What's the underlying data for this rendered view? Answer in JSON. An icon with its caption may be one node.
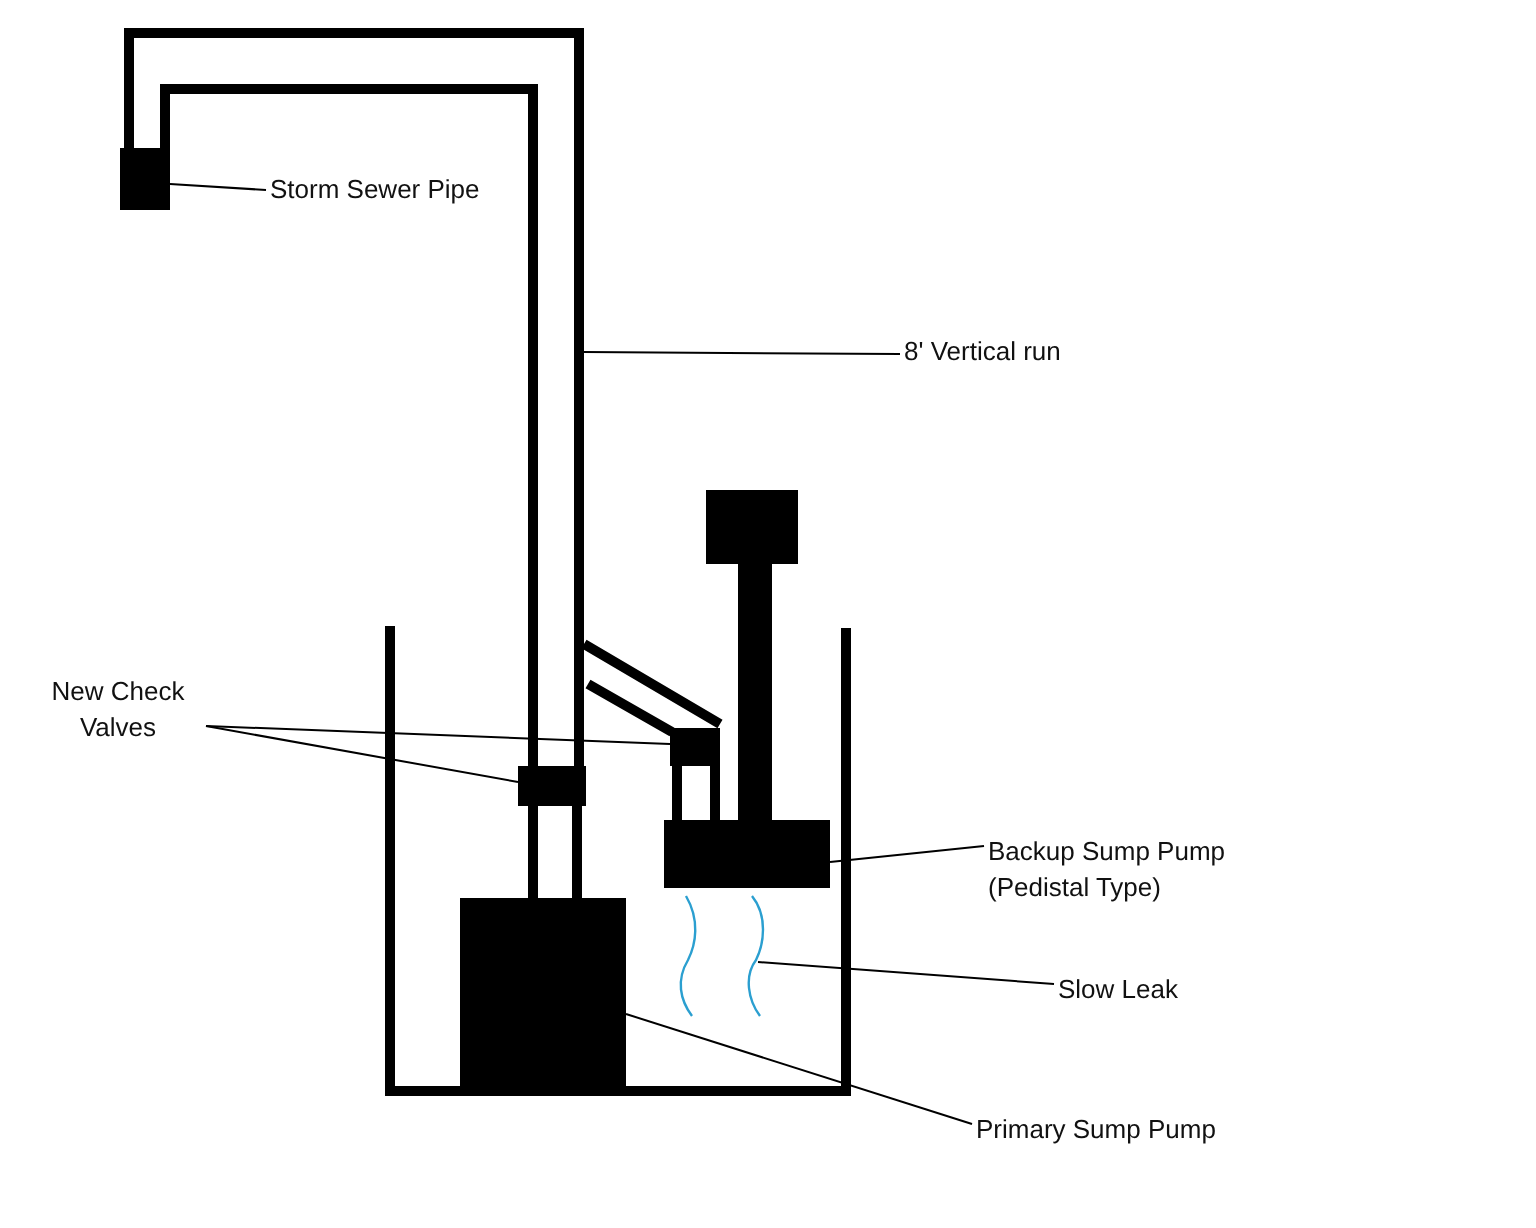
{
  "diagram": {
    "nodes": [
      {
        "text": [
          "Storm Sewer Pipe"
        ]
      },
      {
        "text": [],
        "shape": "box"
      },
      {
        "text": [
          "8' Vertical run"
        ]
      },
      {
        "text": [],
        "shape": "pipe"
      },
      {
        "text": [
          "New Check Valves"
        ]
      },
      {
        "text": [],
        "shape": "box"
      },
      {
        "text": [],
        "shape": "box"
      },
      {
        "text": [
          "Backup Sump Pump (Pedistal Type)"
        ]
      },
      {
        "text": [],
        "shape": "box"
      },
      {
        "text": [
          "Slow Leak"
        ]
      },
      {
        "text": [],
        "shape": "squiggle"
      },
      {
        "text": [
          "Primary Sump Pump"
        ]
      },
      {
        "text": [],
        "shape": "box"
      }
    ],
    "edges": [
      {
        "from": 0,
        "to": 1,
        "arrow": "none"
      },
      {
        "from": 2,
        "to": 3,
        "arrow": "none"
      },
      {
        "from": 4,
        "to": 6,
        "arrow": "none"
      },
      {
        "from": 4,
        "to": 5,
        "arrow": "none"
      },
      {
        "from": 7,
        "to": 8,
        "arrow": "none"
      },
      {
        "from": 9,
        "to": 10,
        "arrow": "none"
      },
      {
        "from": 11,
        "to": 12,
        "arrow": "none"
      }
    ]
  }
}
